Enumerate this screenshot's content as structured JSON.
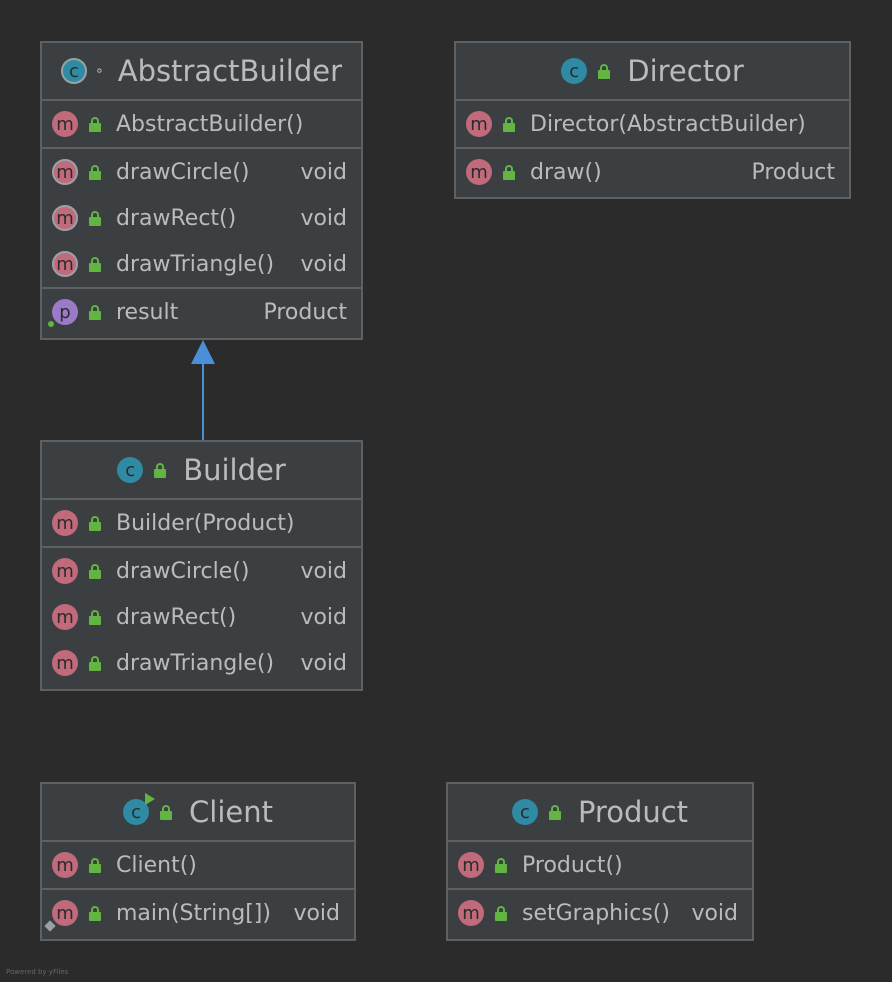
{
  "classes": {
    "abstract_builder": {
      "title": "AbstractBuilder",
      "constructor": {
        "name": "AbstractBuilder()",
        "type": ""
      },
      "methods": [
        {
          "name": "drawCircle()",
          "type": "void"
        },
        {
          "name": "drawRect()",
          "type": "void"
        },
        {
          "name": "drawTriangle()",
          "type": "void"
        }
      ],
      "property": {
        "name": "result",
        "type": "Product"
      }
    },
    "director": {
      "title": "Director",
      "constructor": {
        "name": "Director(AbstractBuilder)",
        "type": ""
      },
      "methods": [
        {
          "name": "draw()",
          "type": "Product"
        }
      ]
    },
    "builder": {
      "title": "Builder",
      "constructor": {
        "name": "Builder(Product)",
        "type": ""
      },
      "methods": [
        {
          "name": "drawCircle()",
          "type": "void"
        },
        {
          "name": "drawRect()",
          "type": "void"
        },
        {
          "name": "drawTriangle()",
          "type": "void"
        }
      ]
    },
    "client": {
      "title": "Client",
      "constructor": {
        "name": "Client()",
        "type": ""
      },
      "methods": [
        {
          "name": "main(String[])",
          "type": "void"
        }
      ]
    },
    "product": {
      "title": "Product",
      "constructor": {
        "name": "Product()",
        "type": ""
      },
      "methods": [
        {
          "name": "setGraphics()",
          "type": "void"
        }
      ]
    }
  },
  "badges": {
    "class": "c",
    "method": "m",
    "property": "p"
  },
  "colors": {
    "background": "#2b2b2b",
    "node": "#3c3f41",
    "border": "#5e6163",
    "text": "#bbbbbb",
    "method_badge": "#c06a7b",
    "property_badge": "#9b7bc8",
    "class_badge": "#2f8aa3",
    "lock": "#62b543",
    "inheritance_arrow": "#4a8fd8"
  },
  "icons": [
    "class-icon",
    "method-icon",
    "property-icon",
    "public-lock-icon",
    "inheritance-arrow"
  ],
  "footer": "Powered by yFiles"
}
